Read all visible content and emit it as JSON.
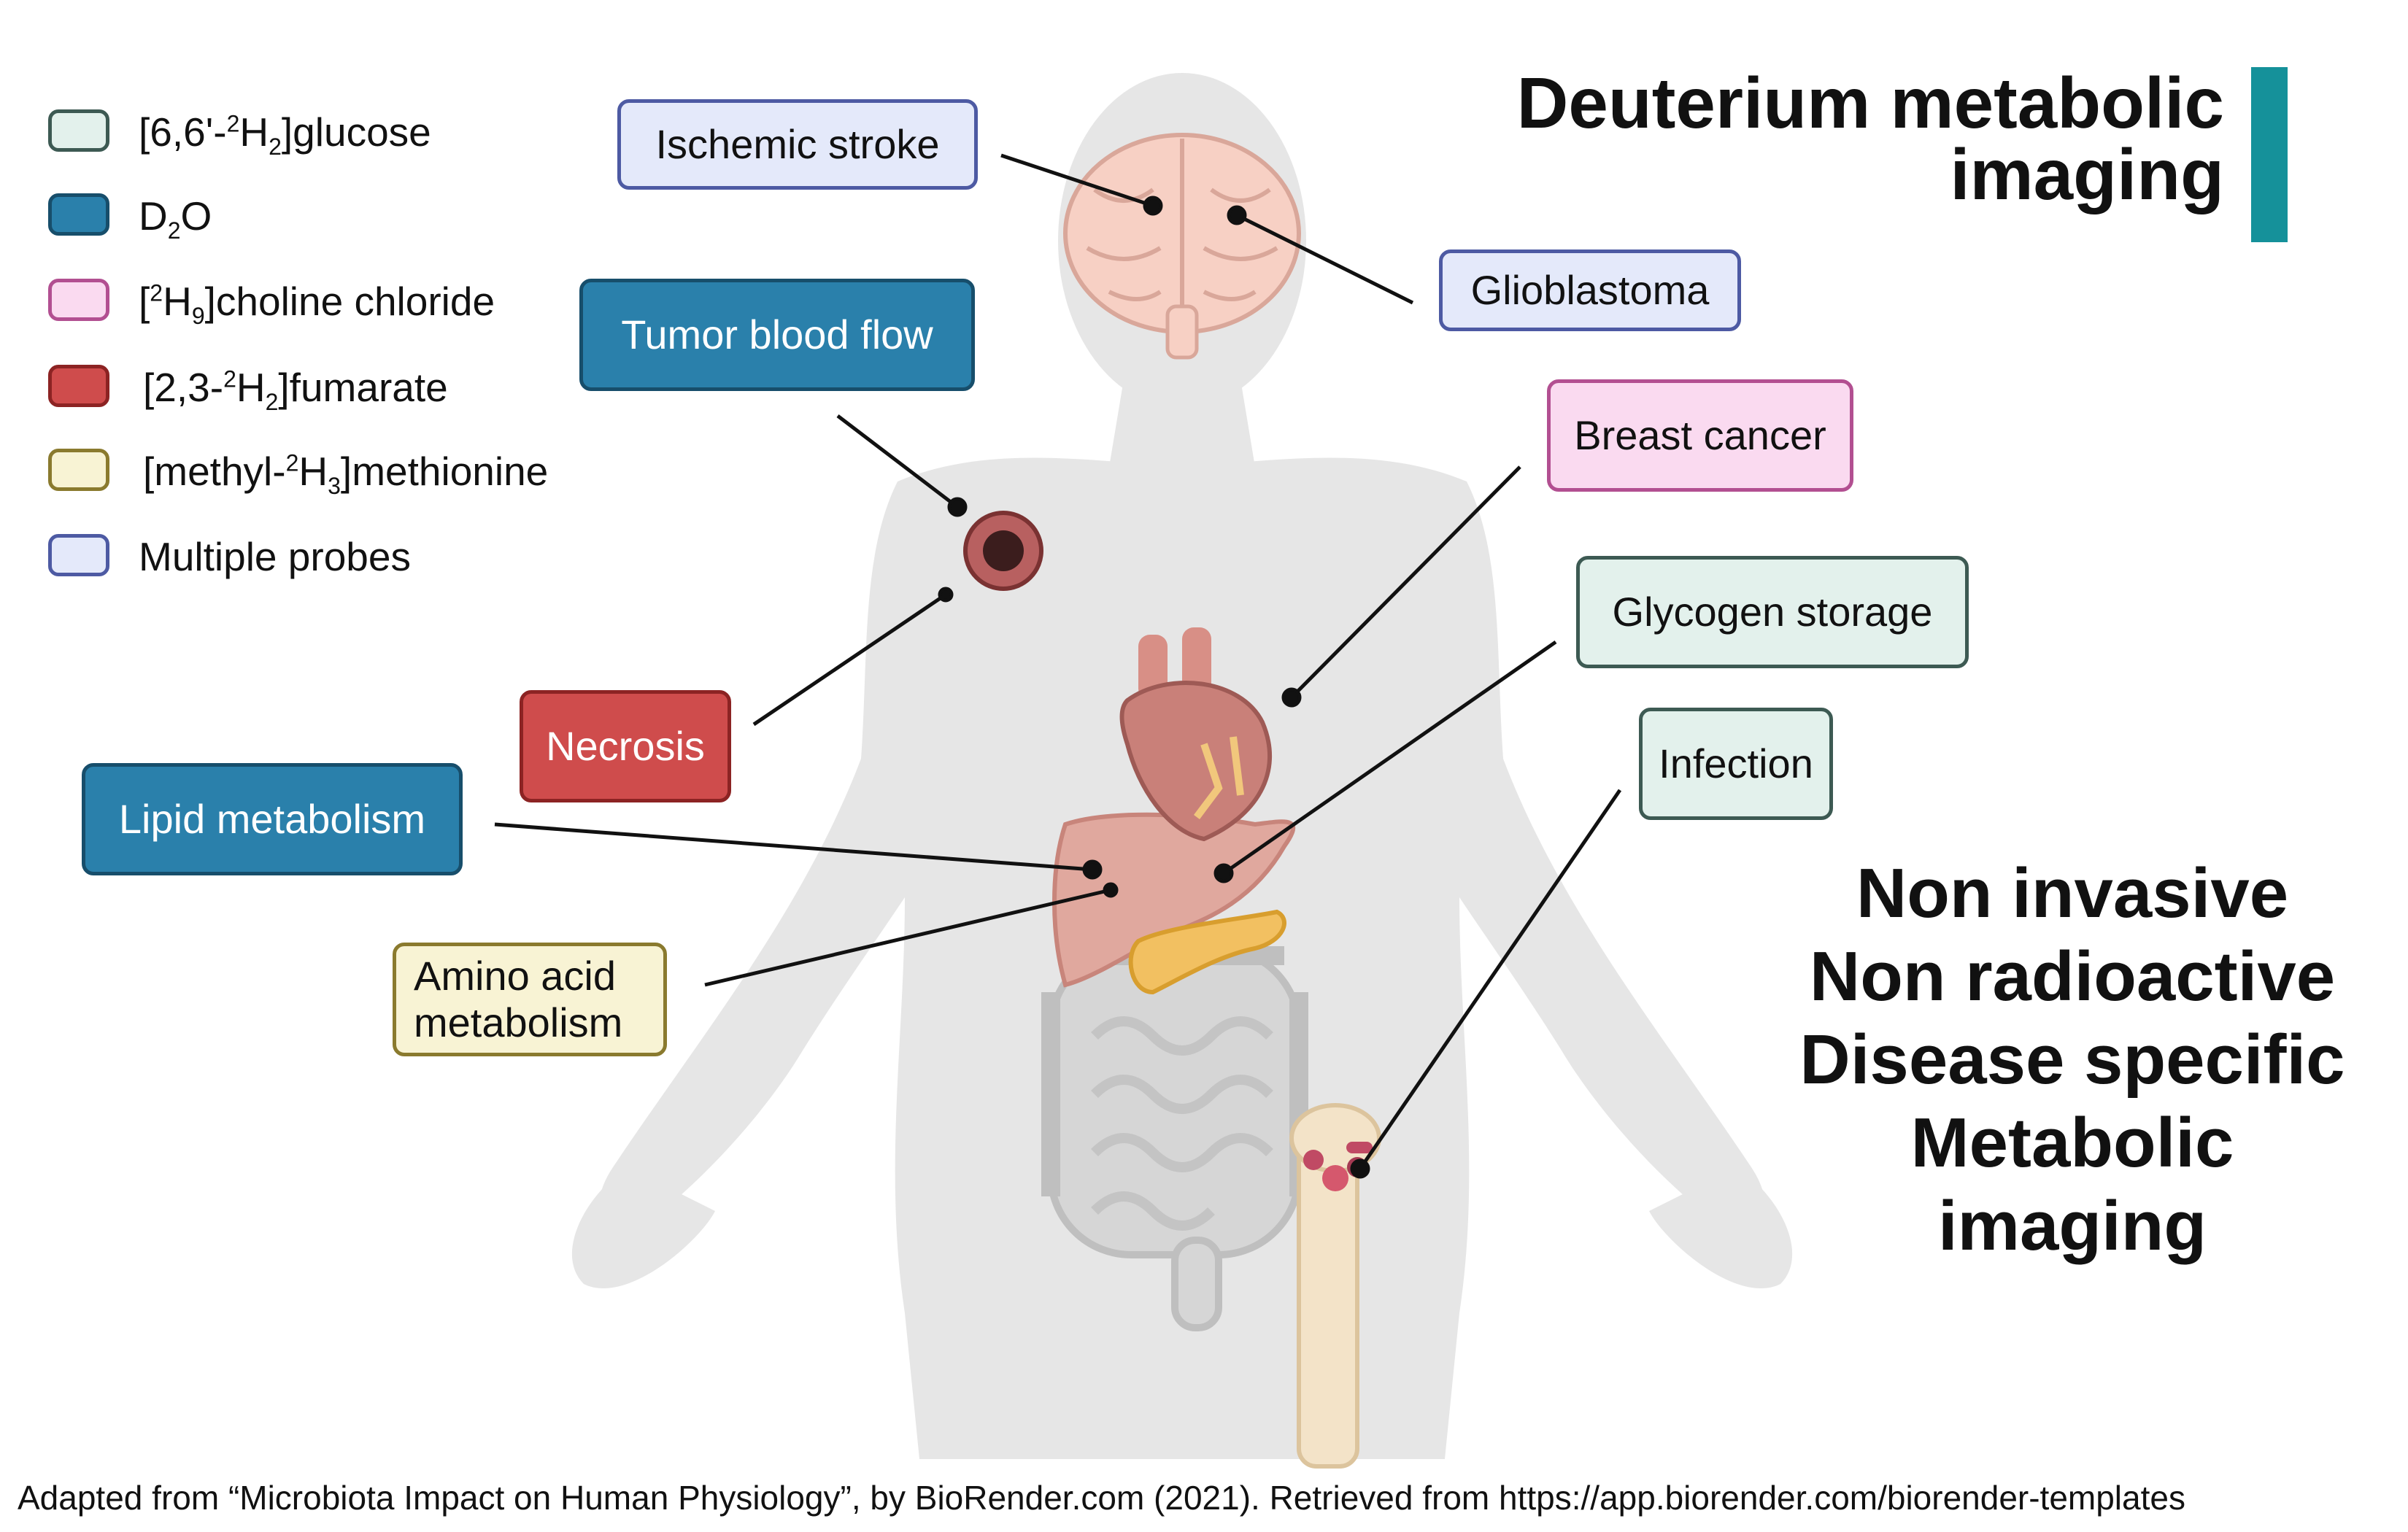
{
  "title": {
    "line1": "Deuterium metabolic",
    "line2": "imaging"
  },
  "colors": {
    "accent_bar": "#15919a",
    "glucose": "#e3f1ec",
    "d2o": "#2a80ab",
    "choline": "#fadaf0",
    "fumarate": "#cf4c4c",
    "methionine": "#f8f3d4",
    "multiple_probes": "#e4e9fa"
  },
  "legend": [
    {
      "id": "glucose",
      "prefix": "[6,6'-",
      "sup": "2",
      "core": "H",
      "sub": "2",
      "suffix": "]glucose"
    },
    {
      "id": "d2o",
      "prefix": "",
      "sup": "",
      "core": "D",
      "sub": "2",
      "suffix": "O"
    },
    {
      "id": "choline",
      "prefix": "[",
      "sup": "2",
      "core": "H",
      "sub": "9",
      "suffix": "]choline chloride"
    },
    {
      "id": "fumarate",
      "prefix": "[2,3-",
      "sup": "2",
      "core": "H",
      "sub": "2",
      "suffix": "]fumarate"
    },
    {
      "id": "methionine",
      "prefix": "[methyl-",
      "sup": "2",
      "core": "H",
      "sub": "3",
      "suffix": "]methionine"
    },
    {
      "id": "multiple",
      "prefix": "",
      "sup": "",
      "core": "Multiple probes",
      "sub": "",
      "suffix": ""
    }
  ],
  "labels": {
    "ischemic_stroke": "Ischemic stroke",
    "glioblastoma": "Glioblastoma",
    "tumor_blood_flow": "Tumor blood flow",
    "breast_cancer": "Breast cancer",
    "glycogen_storage": "Glycogen storage",
    "infection": "Infection",
    "necrosis": "Necrosis",
    "lipid_metabolism": "Lipid metabolism",
    "amino_acid_line1": "Amino acid",
    "amino_acid_line2": "metabolism"
  },
  "features": [
    "Non invasive",
    "Non radioactive",
    "Disease specific",
    "Metabolic",
    "imaging"
  ],
  "attribution": "Adapted from “Microbiota Impact on Human Physiology”, by BioRender.com (2021). Retrieved from https://app.biorender.com/biorender-templates",
  "icons": [
    "human-silhouette-icon",
    "brain-icon",
    "heart-icon",
    "liver-icon",
    "pancreas-icon",
    "intestine-icon",
    "tumor-icon",
    "femur-bone-icon",
    "bacteria-icon"
  ]
}
